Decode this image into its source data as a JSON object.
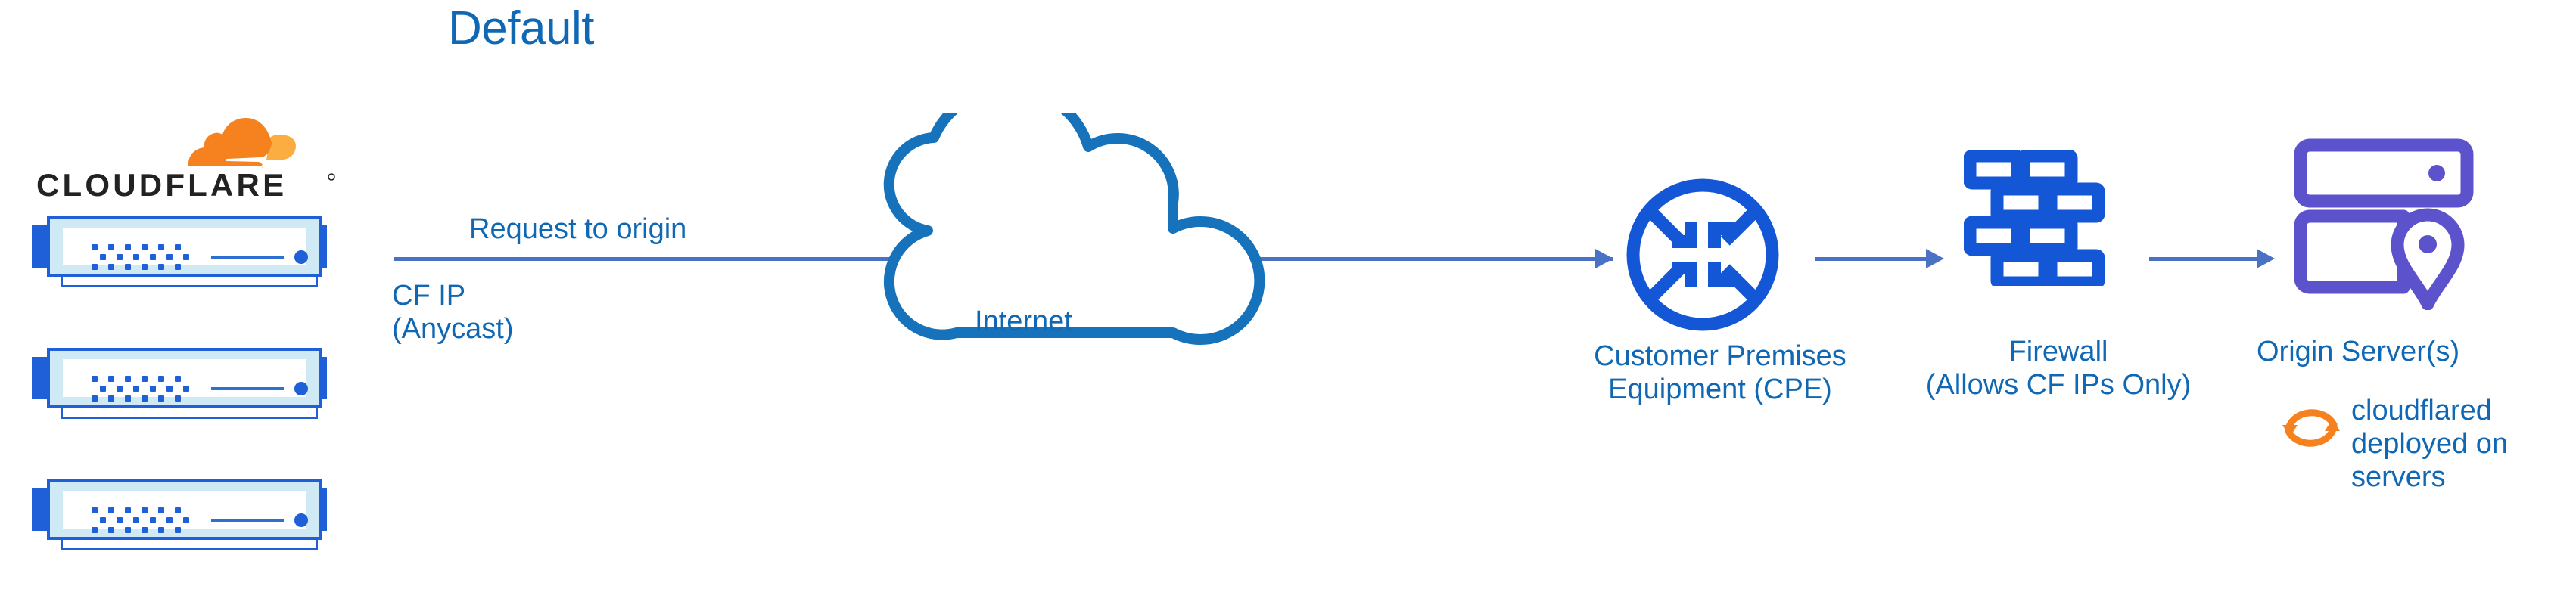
{
  "diagram": {
    "title": "Default",
    "accent_blue": "#1068b5",
    "arrow_blue": "#4a72c4",
    "node_blue": "#1356d6",
    "server_blue": "#1f5fd8",
    "origin_purple": "#5b52cc",
    "cloudflare_orange": "#f6821f",
    "background": "#ffffff"
  },
  "brand": {
    "logo_name": "cloudflare-logo",
    "wordmark": "CLOUDFLARE",
    "mark_icon": "cloudflare-cloud-icon"
  },
  "edge": {
    "server_count": 3,
    "servers": [
      {
        "name": "cloudflare-edge-server-1"
      },
      {
        "name": "cloudflare-edge-server-2"
      },
      {
        "name": "cloudflare-edge-server-3"
      }
    ],
    "ip_label_line1": "CF IP",
    "ip_label_line2": "(Anycast)"
  },
  "flow": {
    "request_label": "Request to origin",
    "arrows": [
      {
        "name": "arrow-edge-to-cpe",
        "from": "cloudflare-edge",
        "to": "cpe"
      },
      {
        "name": "arrow-cpe-to-firewall",
        "from": "cpe",
        "to": "firewall"
      },
      {
        "name": "arrow-firewall-to-origin",
        "from": "firewall",
        "to": "origin"
      }
    ]
  },
  "nodes": {
    "internet": {
      "label": "Internet",
      "icon": "cloud-outline-icon"
    },
    "cpe": {
      "label_line1": "Customer Premises",
      "label_line2": "Equipment (CPE)",
      "icon": "router-four-arrows-icon"
    },
    "firewall": {
      "label_line1": "Firewall",
      "label_line2": "(Allows CF IPs Only)",
      "icon": "brick-wall-icon"
    },
    "origin": {
      "label": "Origin Server(s)",
      "icon": "server-stack-with-location-pin-icon"
    }
  },
  "annotations": {
    "cloudflared": {
      "icon": "sync-circular-arrows-icon",
      "line1": "cloudflared",
      "line2": "deployed on",
      "line3": "servers"
    }
  }
}
